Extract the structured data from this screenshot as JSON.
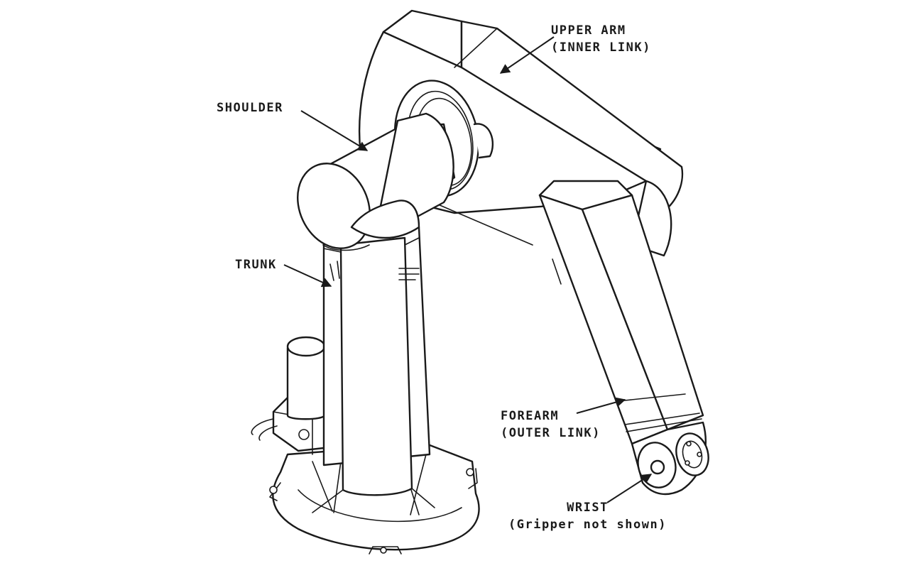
{
  "labels": {
    "upper_arm": {
      "line1": "UPPER ARM",
      "line2": "(INNER LINK)"
    },
    "shoulder": {
      "line1": "SHOULDER"
    },
    "trunk": {
      "line1": "TRUNK"
    },
    "forearm": {
      "line1": "FOREARM",
      "line2": "(OUTER LINK)"
    },
    "wrist": {
      "line1": "WRIST",
      "line2": "(Gripper not shown)"
    }
  },
  "colors": {
    "ink": "#1a1a1a",
    "paper": "#ffffff"
  }
}
